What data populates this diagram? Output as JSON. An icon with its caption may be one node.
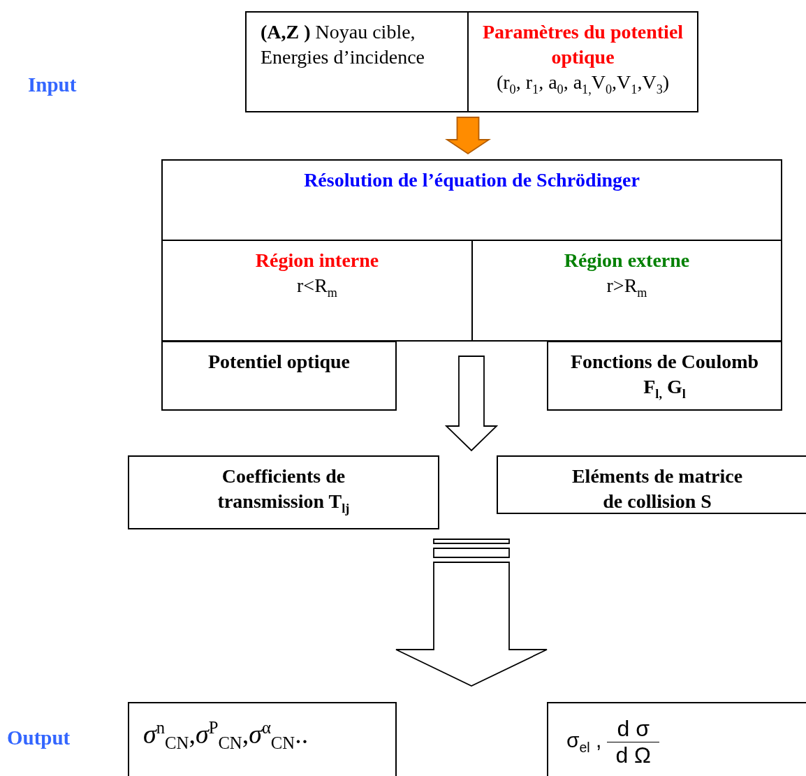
{
  "diagram": {
    "nodes": [
      {
        "text": [
          "**(A,Z )** Noyau cible, Energies d’incidence"
        ]
      },
      {
        "text": [
          "Paramètres du potentiel optique",
          "(r$_{0}$, r$_{1}$, a$_{0}$, a$_{1,}$V$_{0}$,V$_{1}$,V$_{3}$)"
        ]
      },
      {
        "text": [
          "Résolution de l’équation de Schrödinger"
        ]
      },
      {
        "text": [
          "Région interne",
          "r<R$_{m}$"
        ]
      },
      {
        "text": [
          "Région externe",
          "r>R$_{m}$"
        ]
      },
      {
        "text": [
          "Potentiel optique"
        ]
      },
      {
        "text": [
          "Fonctions de Coulomb",
          "F$_{l,}$ G$_{l}$"
        ]
      },
      {
        "text": [
          "Coefficients de transmission T$_{lj}$"
        ]
      },
      {
        "text": [
          "Eléments de matrice de collision S"
        ]
      },
      {
        "text": [
          "*σ*$^{n}$$_{CN}$,*σ*$^{P}$$_{CN}$,*σ*$^{α}$$_{CN}$.."
        ]
      },
      {
        "text": [
          "σ$_{el}$ ,",
          "d σ",
          "d Ω"
        ]
      }
    ],
    "edges": [
      {
        "from": null,
        "to": 2,
        "arrow": "to",
        "style": "thick",
        "color": "#ff8c00"
      },
      {
        "from": null,
        "to": 7,
        "arrow": "to",
        "style": "thick"
      },
      {
        "from": null,
        "to": 9,
        "arrow": "to",
        "style": "thick"
      }
    ],
    "labels": [
      "Input",
      "Output"
    ]
  }
}
